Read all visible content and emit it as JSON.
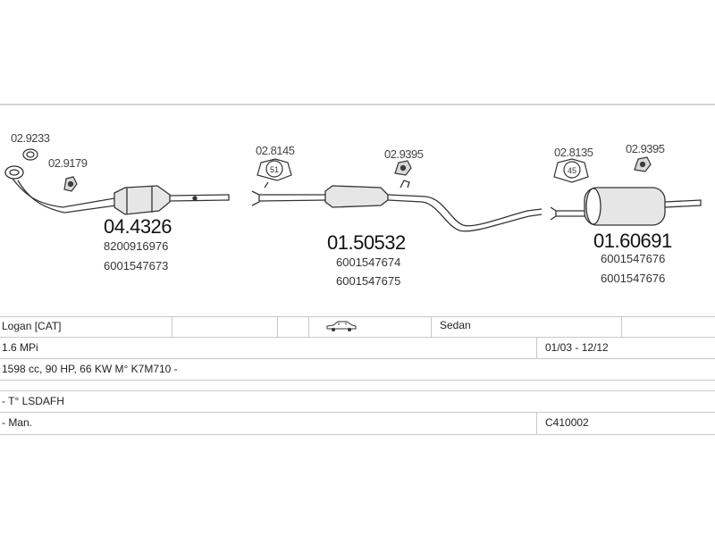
{
  "clamps": [
    {
      "code": "02.9233"
    },
    {
      "code": "02.9179"
    },
    {
      "code": "02.8145",
      "label": "51"
    },
    {
      "code": "02.9395"
    },
    {
      "code": "02.8135",
      "label": "45"
    },
    {
      "code": "02.9395"
    }
  ],
  "parts": [
    {
      "number": "04.4326",
      "oem": [
        "8200916976",
        "6001547673"
      ]
    },
    {
      "number": "01.50532",
      "oem": [
        "6001547674",
        "6001547675"
      ]
    },
    {
      "number": "01.60691",
      "oem": [
        "6001547676",
        "6001547676"
      ]
    }
  ],
  "table": {
    "model": "Logan  [CAT]",
    "body_type": "Sedan",
    "car_icon": "sedan-car-icon",
    "engine": "1.6 MPi",
    "years": "01/03 - 12/12",
    "spec": "1598 cc, 90 HP, 66 KW M° K7M710 -",
    "type": "- T° LSDAFH",
    "transmission": "- Man.",
    "ref": "C410002"
  }
}
